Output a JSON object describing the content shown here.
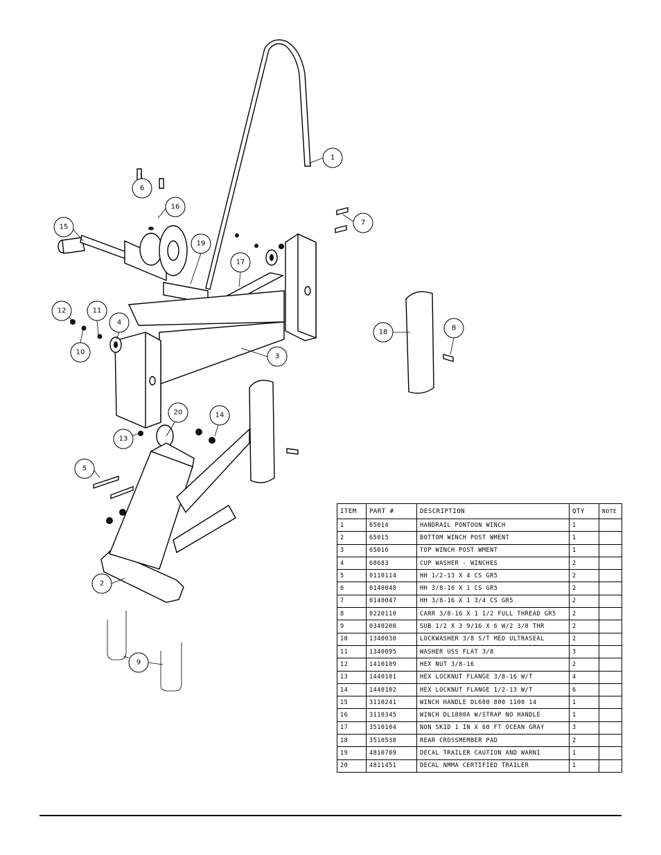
{
  "callouts": {
    "c1": "1",
    "c2": "2",
    "c3": "3",
    "c4": "4",
    "c5": "5",
    "c6": "6",
    "c7": "7",
    "c8": "8",
    "c9": "9",
    "c10": "10",
    "c11": "11",
    "c12": "12",
    "c13": "13",
    "c14": "14",
    "c15": "15",
    "c16": "16",
    "c17": "17",
    "c18": "18",
    "c19": "19",
    "c20": "20"
  },
  "bom": {
    "headers": {
      "item": "ITEM",
      "part": "PART #",
      "description": "DESCRIPTION",
      "qty": "QTY",
      "note": "NOTE"
    },
    "rows": [
      {
        "item": "1",
        "part": "65014",
        "description": "HANDRAIL PONTOON WINCH",
        "qty": "1",
        "note": ""
      },
      {
        "item": "2",
        "part": "65015",
        "description": "BOTTOM WINCH POST WMENT",
        "qty": "1",
        "note": ""
      },
      {
        "item": "3",
        "part": "65016",
        "description": "TOP WINCH POST WMENT",
        "qty": "1",
        "note": ""
      },
      {
        "item": "4",
        "part": "68683",
        "description": "CUP WASHER - WINCHES",
        "qty": "2",
        "note": ""
      },
      {
        "item": "5",
        "part": "0110114",
        "description": "HH 1/2-13 X 4 CS GR5",
        "qty": "2",
        "note": ""
      },
      {
        "item": "6",
        "part": "0140040",
        "description": "HH 3/8-16 X 1 CS GR5",
        "qty": "2",
        "note": ""
      },
      {
        "item": "7",
        "part": "0140047",
        "description": "HH 3/8-16 X 1 3/4 CS GR5",
        "qty": "2",
        "note": ""
      },
      {
        "item": "8",
        "part": "0220110",
        "description": "CARR 3/8-16 X 1 1/2 FULL THREAD GR5",
        "qty": "2",
        "note": ""
      },
      {
        "item": "9",
        "part": "0340200",
        "description": "SUB 1/2 X 3 9/16 X 6 W/2 3/8 THR",
        "qty": "2",
        "note": ""
      },
      {
        "item": "10",
        "part": "1340030",
        "description": "LOCKWASHER 3/8 S/T MED ULTRASEAL",
        "qty": "2",
        "note": ""
      },
      {
        "item": "11",
        "part": "1340095",
        "description": "WASHER USS FLAT 3/8",
        "qty": "3",
        "note": ""
      },
      {
        "item": "12",
        "part": "1410109",
        "description": "HEX NUT 3/8-16",
        "qty": "2",
        "note": ""
      },
      {
        "item": "13",
        "part": "1440101",
        "description": "HEX LOCKNUT FLANGE 3/8-16 W/T",
        "qty": "4",
        "note": ""
      },
      {
        "item": "14",
        "part": "1440102",
        "description": "HEX LOCKNUT FLANGE 1/2-13 W/T",
        "qty": "6",
        "note": ""
      },
      {
        "item": "15",
        "part": "3110241",
        "description": "WINCH HANDLE   DL600 800 1100 14",
        "qty": "1",
        "note": ""
      },
      {
        "item": "16",
        "part": "3110345",
        "description": "WINCH DL1800A W/STRAP  NO HANDLE",
        "qty": "1",
        "note": ""
      },
      {
        "item": "17",
        "part": "3510104",
        "description": "NON SKID 1 IN X 60 FT OCEAN GRAY",
        "qty": "3",
        "note": ""
      },
      {
        "item": "18",
        "part": "3510538",
        "description": "REAR CROSSMEMBER PAD",
        "qty": "2",
        "note": ""
      },
      {
        "item": "19",
        "part": "4810709",
        "description": "DECAL TRAILER CAUTION AND WARNI",
        "qty": "1",
        "note": ""
      },
      {
        "item": "20",
        "part": "4811451",
        "description": "DECAL NMMA CERTIFIED TRAILER",
        "qty": "1",
        "note": ""
      }
    ]
  }
}
